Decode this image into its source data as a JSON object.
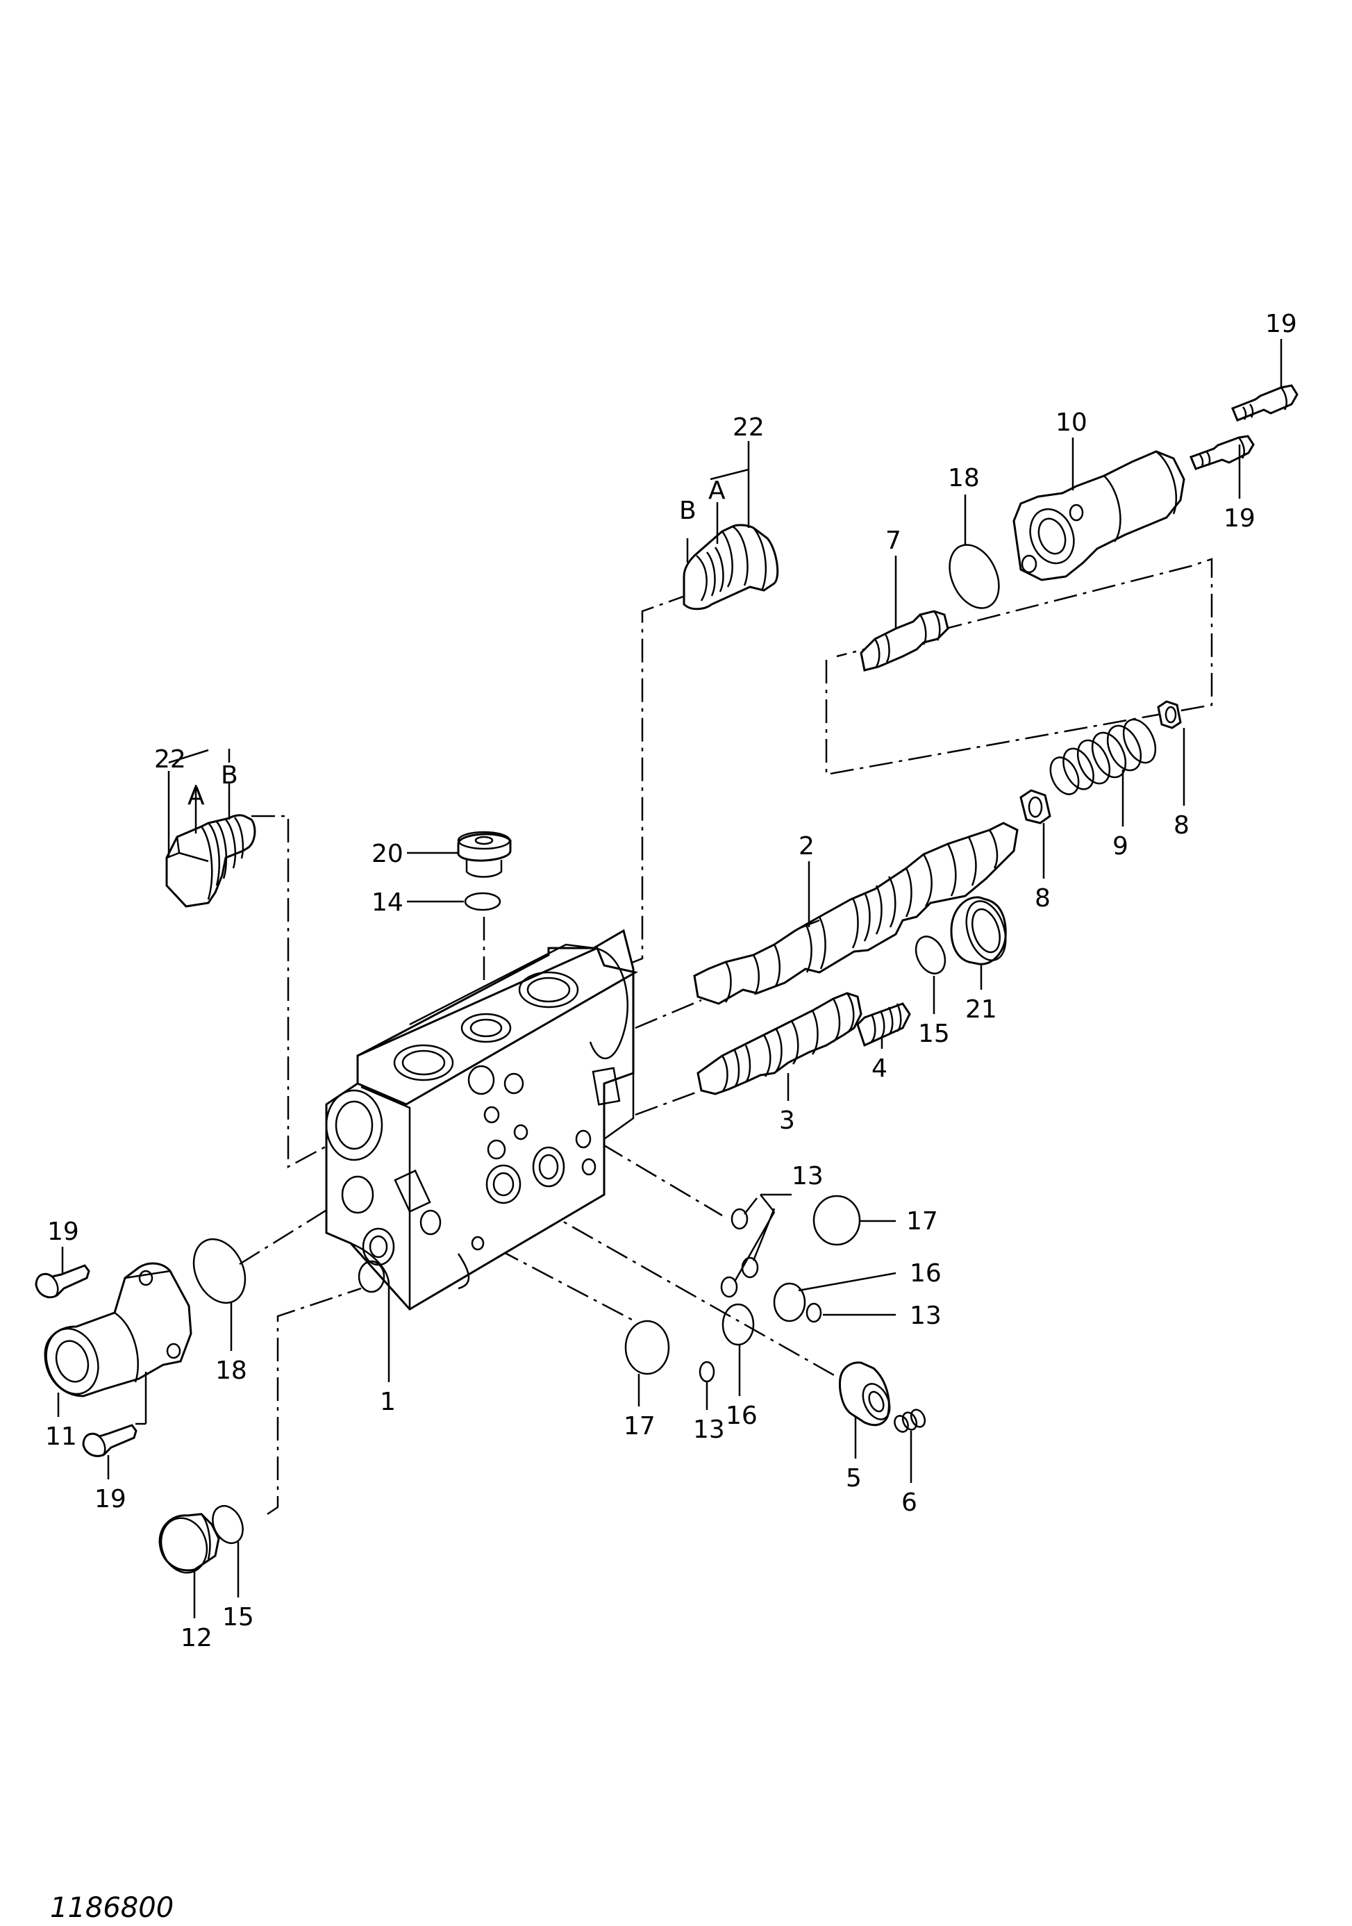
{
  "drawing": {
    "reference_number": "1186800",
    "callouts": [
      {
        "id": "c1",
        "label": "1"
      },
      {
        "id": "c2",
        "label": "2"
      },
      {
        "id": "c3",
        "label": "3"
      },
      {
        "id": "c4",
        "label": "4"
      },
      {
        "id": "c5",
        "label": "5"
      },
      {
        "id": "c6",
        "label": "6"
      },
      {
        "id": "c7",
        "label": "7"
      },
      {
        "id": "c8a",
        "label": "8"
      },
      {
        "id": "c8b",
        "label": "8"
      },
      {
        "id": "c9",
        "label": "9"
      },
      {
        "id": "c10",
        "label": "10"
      },
      {
        "id": "c11",
        "label": "11"
      },
      {
        "id": "c12",
        "label": "12"
      },
      {
        "id": "c13a",
        "label": "13"
      },
      {
        "id": "c13b",
        "label": "13"
      },
      {
        "id": "c13c",
        "label": "13"
      },
      {
        "id": "c14",
        "label": "14"
      },
      {
        "id": "c15a",
        "label": "15"
      },
      {
        "id": "c15b",
        "label": "15"
      },
      {
        "id": "c16a",
        "label": "16"
      },
      {
        "id": "c16b",
        "label": "16"
      },
      {
        "id": "c17a",
        "label": "17"
      },
      {
        "id": "c17b",
        "label": "17"
      },
      {
        "id": "c18a",
        "label": "18"
      },
      {
        "id": "c18b",
        "label": "18"
      },
      {
        "id": "c19a",
        "label": "19"
      },
      {
        "id": "c19b",
        "label": "19"
      },
      {
        "id": "c19c",
        "label": "19"
      },
      {
        "id": "c19d",
        "label": "19"
      },
      {
        "id": "c20",
        "label": "20"
      },
      {
        "id": "c21",
        "label": "21"
      },
      {
        "id": "c22a",
        "label": "22"
      },
      {
        "id": "c22b",
        "label": "22"
      },
      {
        "id": "cA1",
        "label": "A"
      },
      {
        "id": "cB1",
        "label": "B"
      },
      {
        "id": "cA2",
        "label": "A"
      },
      {
        "id": "cB2",
        "label": "B"
      }
    ]
  }
}
